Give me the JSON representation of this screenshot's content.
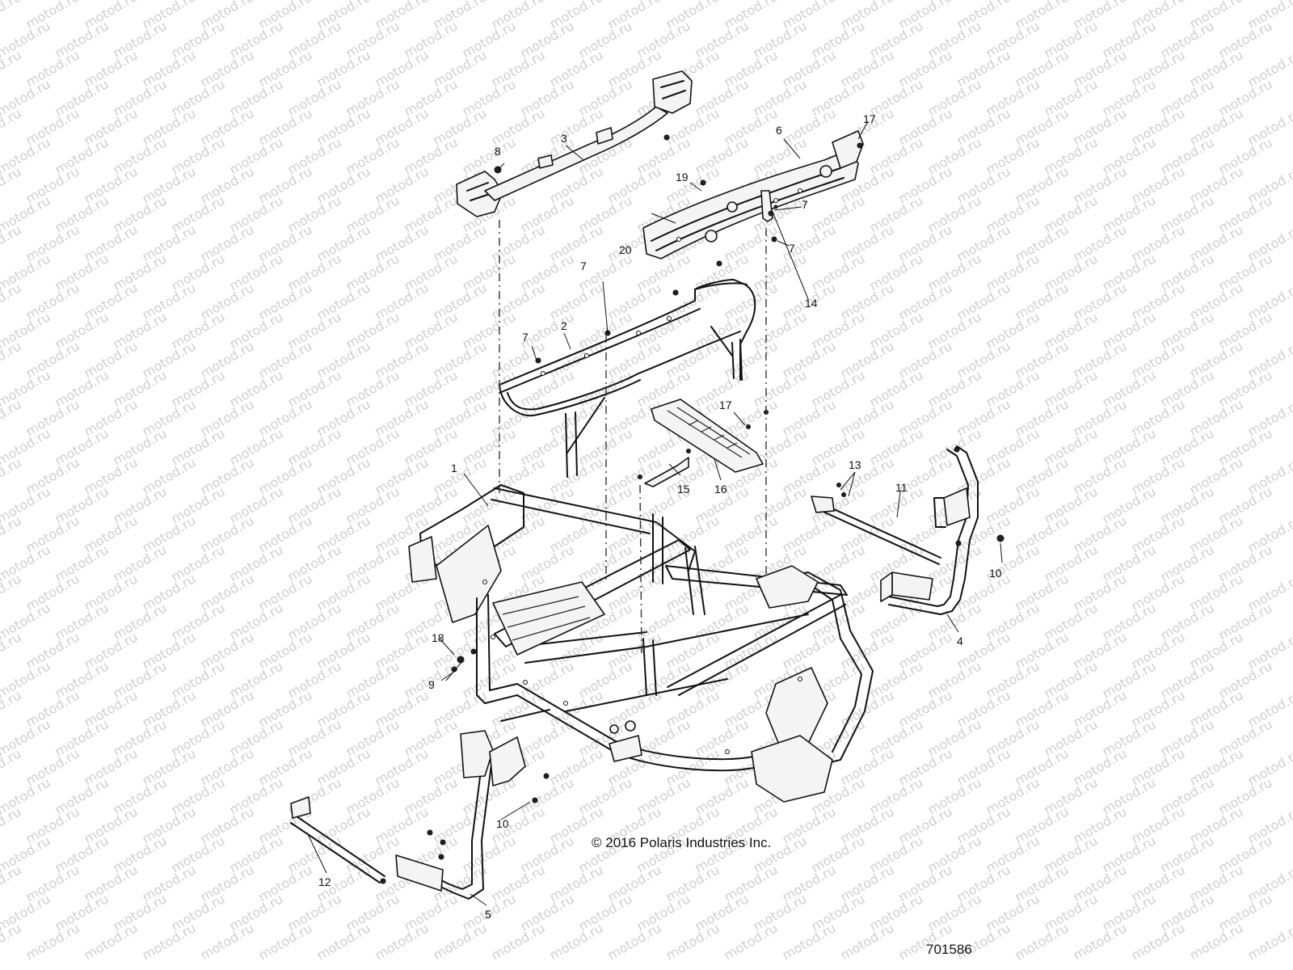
{
  "watermark": {
    "text": "motod.ru"
  },
  "copyright": "© 2016 Polaris Industries Inc.",
  "document_number": "701586",
  "callouts": [
    {
      "id": "c1",
      "label": "1"
    },
    {
      "id": "c2",
      "label": "2"
    },
    {
      "id": "c3",
      "label": "3"
    },
    {
      "id": "c4",
      "label": "4"
    },
    {
      "id": "c5",
      "label": "5"
    },
    {
      "id": "c6",
      "label": "6"
    },
    {
      "id": "c7a",
      "label": "7"
    },
    {
      "id": "c7b",
      "label": "7"
    },
    {
      "id": "c7c",
      "label": "7"
    },
    {
      "id": "c7d",
      "label": "7"
    },
    {
      "id": "c8",
      "label": "8"
    },
    {
      "id": "c9",
      "label": "9"
    },
    {
      "id": "c10a",
      "label": "10"
    },
    {
      "id": "c10b",
      "label": "10"
    },
    {
      "id": "c11",
      "label": "11"
    },
    {
      "id": "c12",
      "label": "12"
    },
    {
      "id": "c13",
      "label": "13"
    },
    {
      "id": "c14",
      "label": "14"
    },
    {
      "id": "c15",
      "label": "15"
    },
    {
      "id": "c16",
      "label": "16"
    },
    {
      "id": "c17a",
      "label": "17"
    },
    {
      "id": "c17b",
      "label": "17"
    },
    {
      "id": "c18",
      "label": "18"
    },
    {
      "id": "c19",
      "label": "19"
    },
    {
      "id": "c20",
      "label": "20"
    }
  ],
  "colors": {
    "line": "#111111",
    "watermark": "#cfcfcf",
    "background": "#ffffff"
  }
}
